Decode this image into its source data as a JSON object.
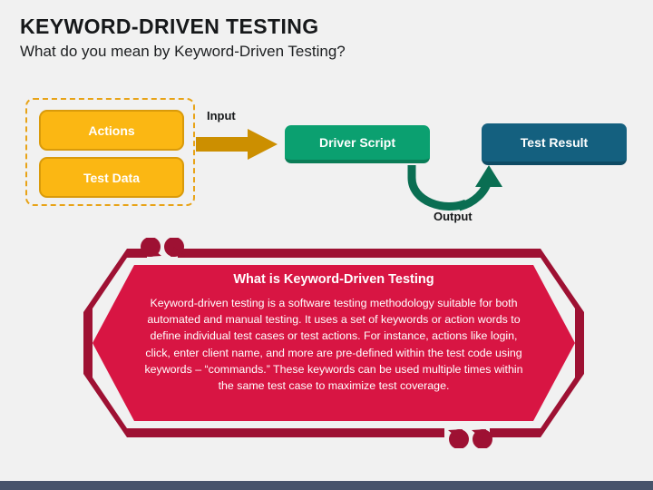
{
  "slide": {
    "title": "KEYWORD-DRIVEN TESTING",
    "subtitle": "What do you mean by Keyword-Driven Testing?",
    "background_color": "#F1F1F1",
    "footer_color": "#47536B"
  },
  "diagram": {
    "input_group": {
      "border_color": "#E8A317",
      "boxes": [
        {
          "label": "Actions",
          "fill": "#FBB713",
          "border": "#D99A0A"
        },
        {
          "label": "Test Data",
          "fill": "#FBB713",
          "border": "#D99A0A"
        }
      ]
    },
    "input_arrow": {
      "label": "Input",
      "color": "#CC8F00",
      "direction": "right"
    },
    "driver_box": {
      "label": "Driver Script",
      "fill": "#0BA070",
      "shadow": "#0A7D57"
    },
    "result_box": {
      "label": "Test Result",
      "fill": "#14607F",
      "shadow": "#0E4B64"
    },
    "output_arrow": {
      "label": "Output",
      "color": "#0A6E52",
      "direction": "curve-up-right"
    }
  },
  "quote_card": {
    "heading": "What is Keyword-Driven Testing",
    "body": "Keyword-driven testing is a software testing methodology suitable for both automated and manual testing. It uses a set of keywords or action words to define individual test cases or test actions. For instance, actions like login, click, enter client name, and more are pre-defined within the test code using keywords – “commands.” These keywords can be used multiple times within the same test case to maximize test coverage.",
    "fill_color": "#D81543",
    "outline_color": "#9E1133",
    "quote_mark_color": "#9E1133"
  }
}
